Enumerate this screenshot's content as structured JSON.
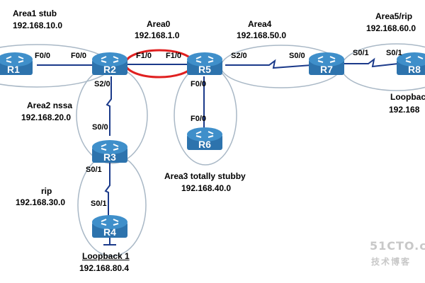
{
  "areas": {
    "area1": {
      "name": "Area1  stub",
      "network": "192.168.10.0"
    },
    "area0": {
      "name": "Area0",
      "network": "192.168.1.0"
    },
    "area4": {
      "name": "Area4",
      "network": "192.168.50.0"
    },
    "area5": {
      "name": "Area5/rip",
      "network": "192.168.60.0"
    },
    "area2": {
      "name": "Area2  nssa",
      "network": "192.168.20.0"
    },
    "area3": {
      "name": "Area3 totally stubby",
      "network": "192.168.40.0"
    },
    "rip": {
      "name": "rip",
      "network": "192.168.30.0"
    },
    "loopback1": {
      "name": "Loopback 1",
      "network": "192.168.80.4"
    },
    "loopback_r8": {
      "name": "Loopbac",
      "network": "192.168"
    }
  },
  "routers": {
    "r1": "R1",
    "r2": "R2",
    "r3": "R3",
    "r4": "R4",
    "r5": "R5",
    "r6": "R6",
    "r7": "R7",
    "r8": "R8"
  },
  "interfaces": {
    "r1_f00": "F0/0",
    "r2_f00": "F0/0",
    "r2_f10": "F1/0",
    "r5_f10": "F1/0",
    "r2_s20": "S2/0",
    "r3_s00": "S0/0",
    "r3_s01": "S0/1",
    "r4_s01": "S0/1",
    "r5_s20": "S2/0",
    "r7_s00": "S0/0",
    "r5_f00": "F0/0",
    "r6_f00": "F0/0",
    "r7_s01": "S0/1",
    "r8_s01": "S0/1"
  },
  "watermark": {
    "logo": "51CTO.c",
    "sub": "技术博客"
  },
  "colors": {
    "router_top": "#3f8fca",
    "router_body": "#2d73ad",
    "link": "#1b3a8a",
    "area_outline": "#a9b8c6",
    "area0_outline": "#e02020"
  }
}
